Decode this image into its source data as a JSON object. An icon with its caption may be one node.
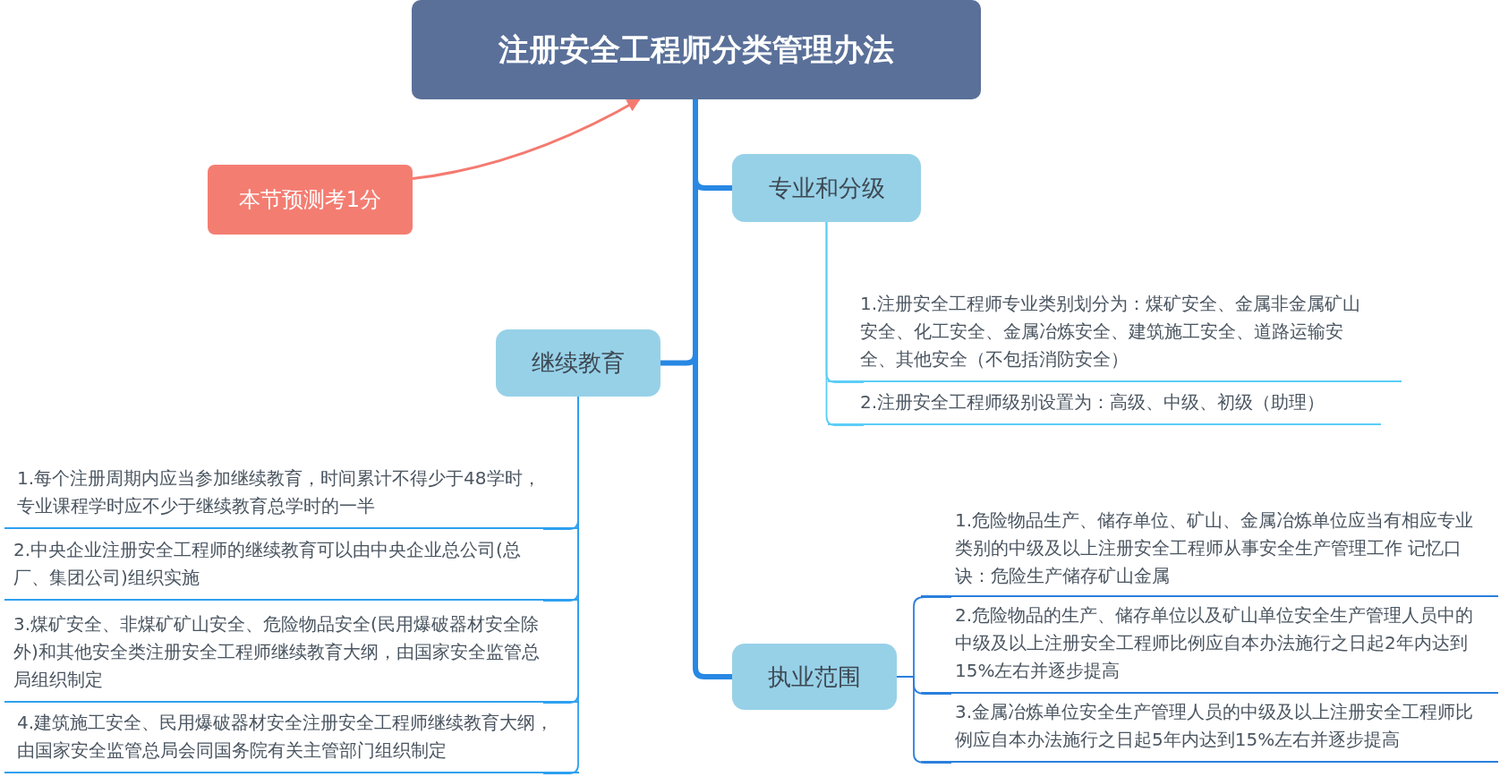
{
  "diagram": {
    "nodes": [
      {
        "text": [
          "注册安全工程师分类管理办法"
        ]
      },
      {
        "text": [
          "本节预测考1分"
        ]
      },
      {
        "text": [
          "专业和分级"
        ]
      },
      {
        "text": [
          "1.注册安全工程师专业类别划分为：煤矿安全、金属非金属矿山安全、化工安全、金属冶炼安全、建筑施工安全、道路运输安全、其他安全（不包括消防安全）"
        ]
      },
      {
        "text": [
          "2.注册安全工程师级别设置为：高级、中级、初级（助理）"
        ]
      },
      {
        "text": [
          "继续教育"
        ]
      },
      {
        "text": [
          "1.每个注册周期内应当参加继续教育，时间累计不得少于48学时，专业课程学时应不少于继续教育总学时的一半"
        ]
      },
      {
        "text": [
          "2.中央企业注册安全工程师的继续教育可以由中央企业总公司(总厂、集团公司)组织实施"
        ]
      },
      {
        "text": [
          "3.煤矿安全、非煤矿矿山安全、危险物品安全(民用爆破器材安全除外)和其他安全类注册安全工程师继续教育大纲，由国家安全监管总局组织制定"
        ]
      },
      {
        "text": [
          "4.建筑施工安全、民用爆破器材安全注册安全工程师继续教育大纲，由国家安全监管总局会同国务院有关主管部门组织制定"
        ]
      },
      {
        "text": [
          "执业范围"
        ]
      },
      {
        "text": [
          "1.危险物品生产、储存单位、矿山、金属冶炼单位应当有相应专业类别的中级及以上注册安全工程师从事安全生产管理工作 记忆口诀：危险生产储存矿山金属"
        ]
      },
      {
        "text": [
          "2.危险物品的生产、储存单位以及矿山单位安全生产管理人员中的中级及以上注册安全工程师比例应自本办法施行之日起2年内达到15%左右并逐步提高"
        ]
      },
      {
        "text": [
          "3.金属冶炼单位安全生产管理人员的中级及以上注册安全工程师比例应自本办法施行之日起5年内达到15%左右并逐步提高"
        ]
      }
    ],
    "edges": [
      {
        "from": 1,
        "to": 0,
        "arrow": "to",
        "color": "#f47a70"
      },
      {
        "from": 0,
        "to": 2,
        "arrow": "none",
        "style": "thick",
        "color": "#2888e4"
      },
      {
        "from": 0,
        "to": 5,
        "arrow": "none",
        "style": "thick",
        "color": "#2888e4"
      },
      {
        "from": 0,
        "to": 10,
        "arrow": "none",
        "style": "thick",
        "color": "#2888e4"
      },
      {
        "from": 2,
        "to": 3,
        "arrow": "none",
        "color": "#5ccdf6"
      },
      {
        "from": 2,
        "to": 4,
        "arrow": "none",
        "color": "#5ccdf6"
      },
      {
        "from": 5,
        "to": 6,
        "arrow": "none"
      },
      {
        "from": 5,
        "to": 7,
        "arrow": "none"
      },
      {
        "from": 5,
        "to": 8,
        "arrow": "none"
      },
      {
        "from": 5,
        "to": 9,
        "arrow": "none"
      },
      {
        "from": 10,
        "to": 11,
        "arrow": "none",
        "color": "#2a7fdc"
      },
      {
        "from": 10,
        "to": 12,
        "arrow": "none",
        "color": "#2a7fdc"
      },
      {
        "from": 10,
        "to": 13,
        "arrow": "none",
        "color": "#2a7fdc"
      }
    ]
  }
}
